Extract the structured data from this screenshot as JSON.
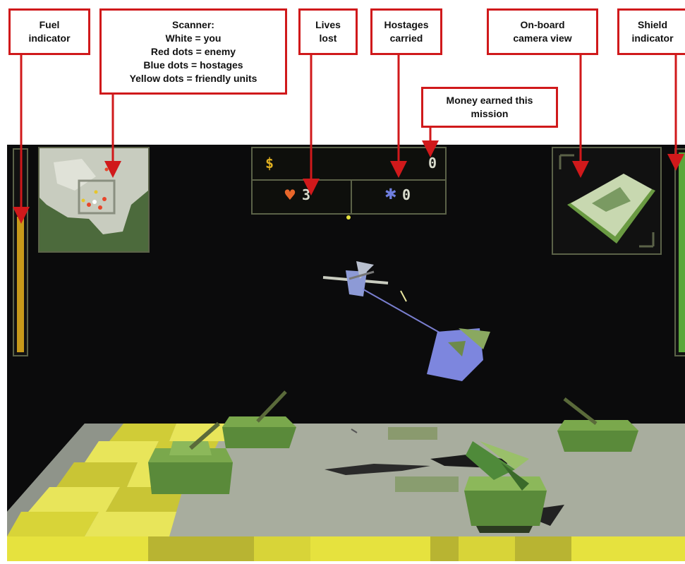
{
  "callouts": {
    "fuel": [
      "Fuel",
      "indicator"
    ],
    "scanner": [
      "Scanner:",
      "White = you",
      "Red dots = enemy",
      "Blue dots = hostages",
      "Yellow dots = friendly units"
    ],
    "lives": [
      "Lives",
      "lost"
    ],
    "hostages": [
      "Hostages",
      "carried"
    ],
    "money": [
      "Money earned this",
      "mission"
    ],
    "camera": [
      "On-board",
      "camera view"
    ],
    "shield": [
      "Shield",
      "indicator"
    ]
  },
  "hud": {
    "money_symbol": "$",
    "money_value": "0",
    "lives_value": "3",
    "hostages_value": "0",
    "fuel_level": 0.68,
    "shield_level": 1.0
  },
  "colors": {
    "callout_red": "#d0191b",
    "fuel": "#c89a1a",
    "shield": "#5aa83a",
    "money_symbol": "#e0b021",
    "heart": "#e8662a",
    "hostage_icon": "#6f7fe0",
    "hud_text": "#d9dccd"
  },
  "icons": {
    "lives": "heart-icon",
    "hostages": "hostage-figure-icon"
  }
}
